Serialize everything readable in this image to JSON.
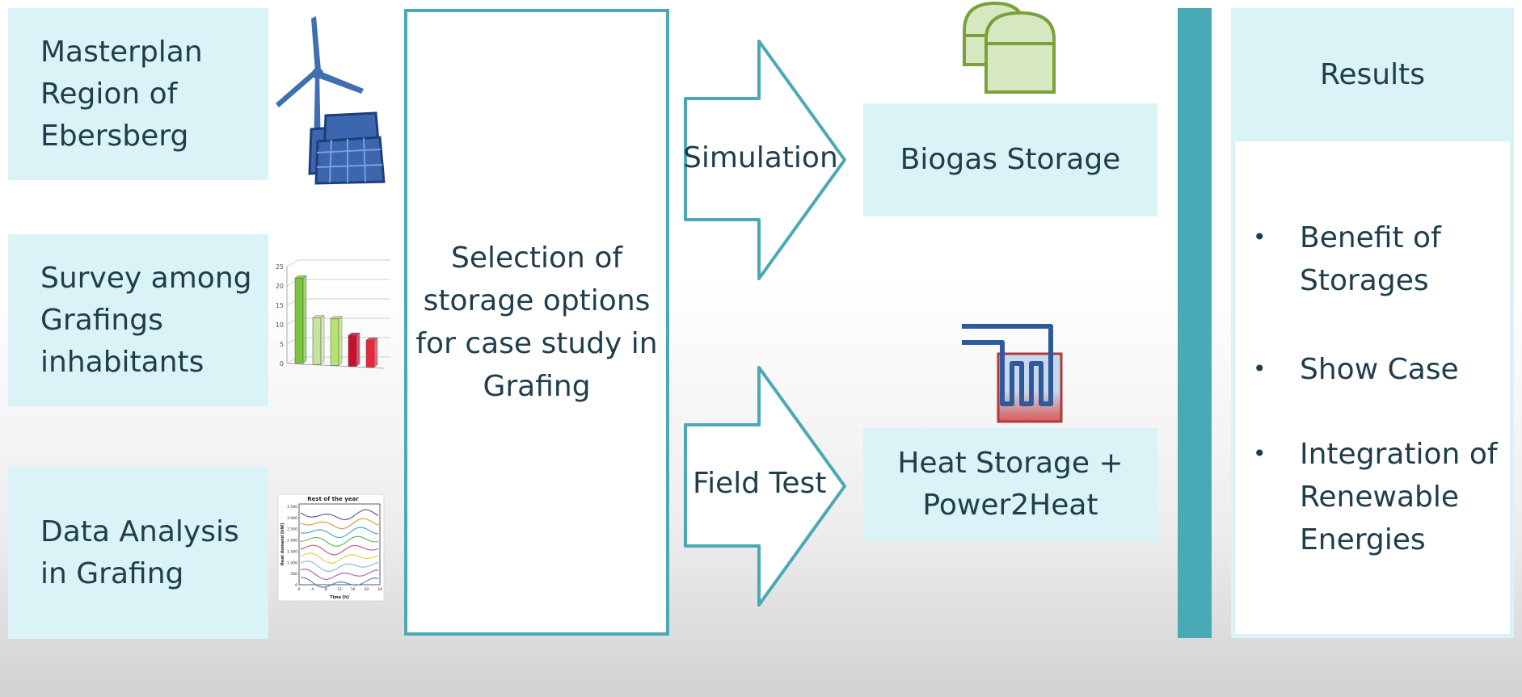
{
  "inputs": [
    {
      "label": "Masterplan\nRegion of\nEbersberg"
    },
    {
      "label": "Survey among\nGrafings\ninhabitants"
    },
    {
      "label": "Data Analysis\nin Grafing"
    }
  ],
  "center": {
    "label": "Selection of\nstorage options\nfor case study in\nGrafing"
  },
  "arrows": [
    {
      "label": "Simulation"
    },
    {
      "label": "Field Test"
    }
  ],
  "storages": [
    {
      "label": "Biogas Storage"
    },
    {
      "label": "Heat Storage +\nPower2Heat"
    }
  ],
  "results": {
    "heading": "Results",
    "items": [
      "Benefit of\nStorages",
      "Show Case",
      "Integration of\nRenewable\nEnergies"
    ]
  },
  "survey_chart": {
    "y_ticks": [
      "25",
      "20",
      "15",
      "10",
      "5",
      "0"
    ],
    "bars": [
      {
        "value": 22,
        "color": "#7cc43a"
      },
      {
        "value": 12,
        "color": "#c5e59a"
      },
      {
        "value": 12,
        "color": "#b8e26e"
      },
      {
        "value": 8,
        "color": "#c8102e"
      },
      {
        "value": 7,
        "color": "#e8283c"
      }
    ]
  },
  "heat_chart": {
    "title": "Rest of the year",
    "ylabel": "Heat demand [kW]",
    "xlabel": "Time [h]",
    "y_ticks": [
      "3 500",
      "3 000",
      "2 500",
      "2 000",
      "1 500",
      "1 000",
      "500",
      "0"
    ],
    "x_ticks": [
      "0",
      "4",
      "8",
      "12",
      "16",
      "20",
      "24"
    ],
    "line_colors": [
      "#5b4ea0",
      "#e0903a",
      "#3aa0d0",
      "#5ab048",
      "#d04a8a",
      "#e8c83a",
      "#8ab0e0",
      "#b05ab0",
      "#4a7ad0"
    ]
  },
  "icon_colors": {
    "wind": "#3f6fb0",
    "solar": "#3c66ad",
    "tank_fill": "#d6e8c0",
    "tank_stroke": "#7aa03c",
    "heat_pipe": "#2e5a9c",
    "heat_red": "#c04040",
    "accent": "#4aa9b5"
  }
}
